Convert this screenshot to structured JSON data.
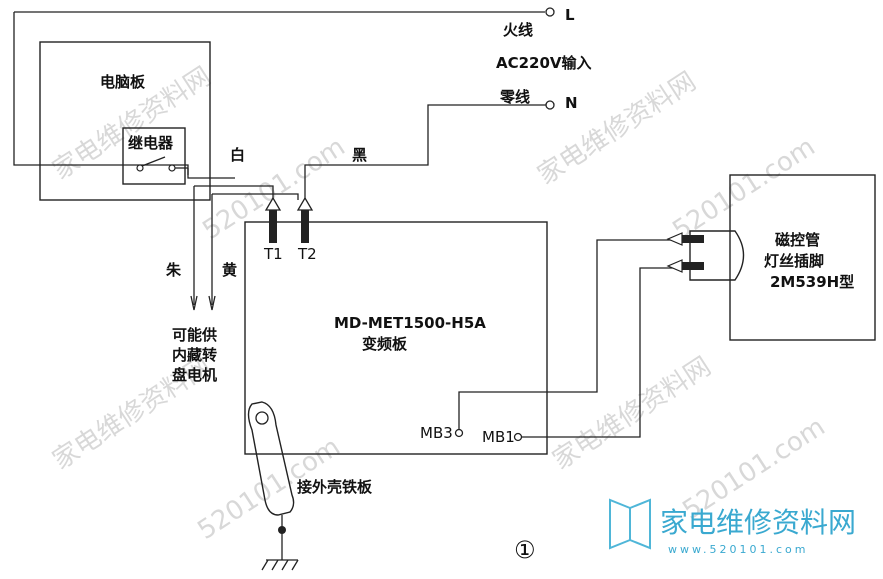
{
  "power": {
    "live_wire": "火线",
    "live_terminal": "L",
    "input_label": "AC220V输入",
    "neutral_wire": "零线",
    "neutral_terminal": "N"
  },
  "computer_board": {
    "title": "电脑板",
    "relay": "继电器"
  },
  "wires": {
    "white": "白",
    "black": "黑",
    "vermilion": "朱",
    "yellow": "黄"
  },
  "terminals": {
    "t1": "T1",
    "t2": "T2"
  },
  "inverter_board": {
    "model": "MD-MET1500-H5A",
    "name": "变频板",
    "mb3": "MB3",
    "mb1": "MB1"
  },
  "turntable_motor": [
    "可能供",
    "内藏转",
    "盘电机"
  ],
  "magnetron": [
    "磁控管",
    "灯丝插脚",
    "2M539H型"
  ],
  "ground_plate": "接外壳铁板",
  "figure_number": "①",
  "watermarks": {
    "site_cn": "家电维修资料网",
    "site_url": "520101.com",
    "logo_text": "家电维修资料网",
    "logo_url": "www.520101.com"
  }
}
